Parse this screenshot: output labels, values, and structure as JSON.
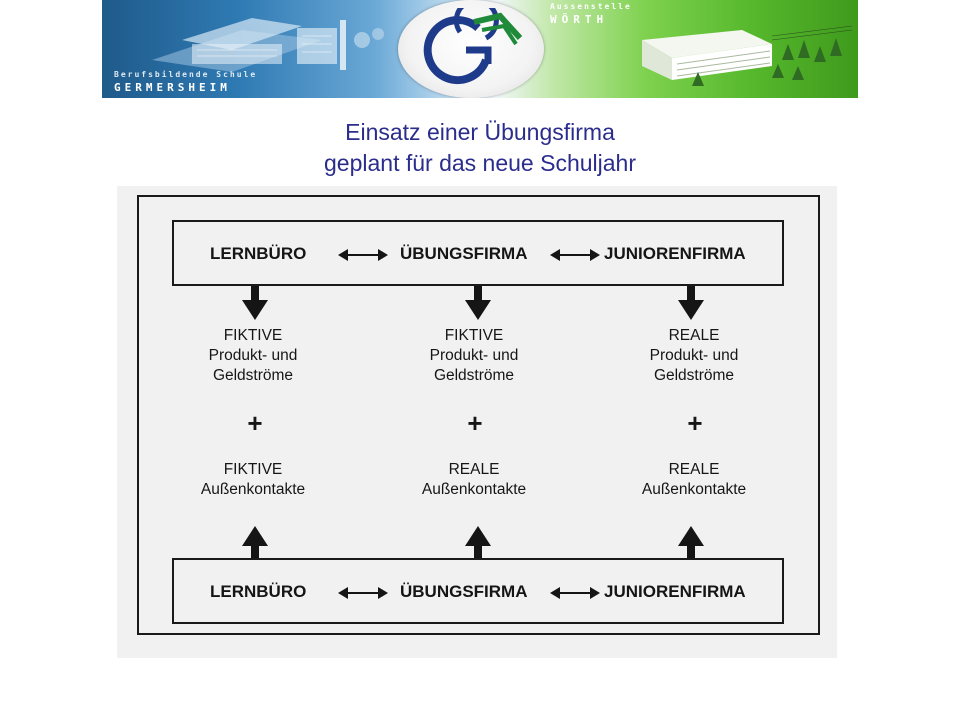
{
  "banner": {
    "school_label": "Berufsbildende Schule",
    "school_name": "GERMERSHEIM",
    "branch_label": "Aussenstelle",
    "branch_name": "WÖRTH"
  },
  "title": {
    "line1": "Einsatz einer Übungsfirma",
    "line2": "geplant für das neue Schuljahr"
  },
  "diagram": {
    "top_row": [
      "LERNBÜRO",
      "ÜBUNGSFIRMA",
      "JUNIORENFIRMA"
    ],
    "bottom_row": [
      "LERNBÜRO",
      "ÜBUNGSFIRMA",
      "JUNIORENFIRMA"
    ],
    "columns": [
      {
        "flow_type": "FIKTIVE",
        "flow_line2": "Produkt- und",
        "flow_line3": "Geldströme",
        "plus": "+",
        "contact_type": "FIKTIVE",
        "contact_line2": "Außenkontakte"
      },
      {
        "flow_type": "FIKTIVE",
        "flow_line2": "Produkt- und",
        "flow_line3": "Geldströme",
        "plus": "+",
        "contact_type": "REALE",
        "contact_line2": "Außenkontakte"
      },
      {
        "flow_type": "REALE",
        "flow_line2": "Produkt- und",
        "flow_line3": "Geldströme",
        "plus": "+",
        "contact_type": "REALE",
        "contact_line2": "Außenkontakte"
      }
    ]
  }
}
